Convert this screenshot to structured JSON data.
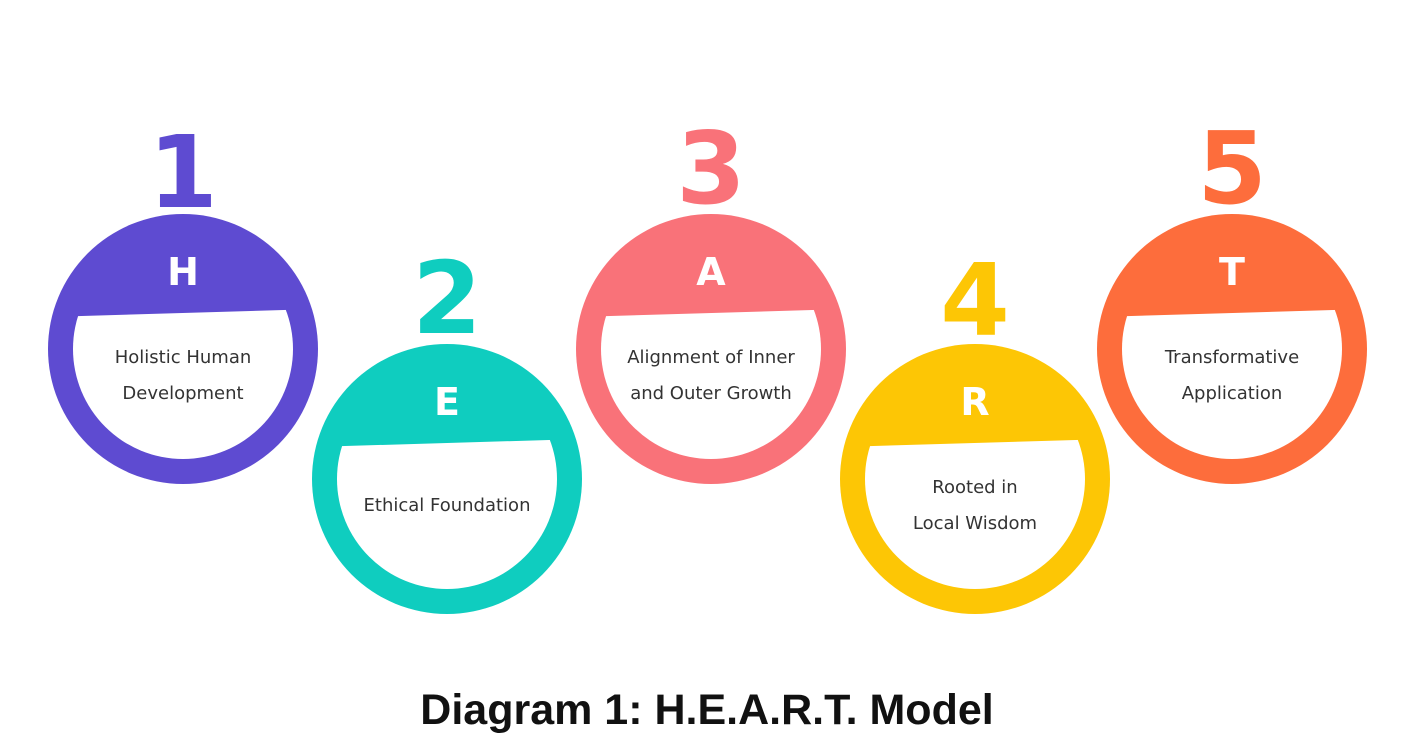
{
  "caption": "Diagram 1: H.E.A.R.T. Model",
  "items": [
    {
      "number": "1",
      "letter": "H",
      "lines": [
        "Holistic Human",
        "Development"
      ],
      "color": "#5E4BD1"
    },
    {
      "number": "2",
      "letter": "E",
      "lines": [
        "Ethical Foundation"
      ],
      "color": "#0FCDBF"
    },
    {
      "number": "3",
      "letter": "A",
      "lines": [
        "Alignment of Inner",
        "and Outer Growth"
      ],
      "color": "#F97279"
    },
    {
      "number": "4",
      "letter": "R",
      "lines": [
        "Rooted in",
        "Local Wisdom"
      ],
      "color": "#FDC605"
    },
    {
      "number": "5",
      "letter": "T",
      "lines": [
        "Transformative",
        "Application"
      ],
      "color": "#FD6D3C"
    }
  ]
}
